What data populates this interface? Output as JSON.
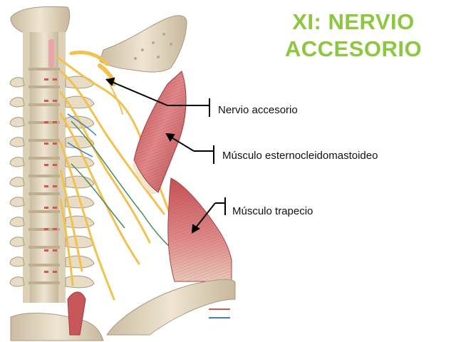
{
  "title": {
    "line1": "XI: NERVIO",
    "line2": "ACCESORIO"
  },
  "labels": {
    "nerve": "Nervio accesorio",
    "scm": "Músculo esternocleidomastoideo",
    "trapezius": "Músculo trapecio"
  },
  "colors": {
    "title": "#8dc63f",
    "nerve": "#f2c14e",
    "muscle": "#c9575a",
    "bone": "#e8dcc4",
    "leader": "#000000",
    "artery": "#d9534f",
    "vein": "#3b7fc4"
  },
  "icons": [
    "anatomical-illustration",
    "leader-line",
    "bracket-tick"
  ]
}
